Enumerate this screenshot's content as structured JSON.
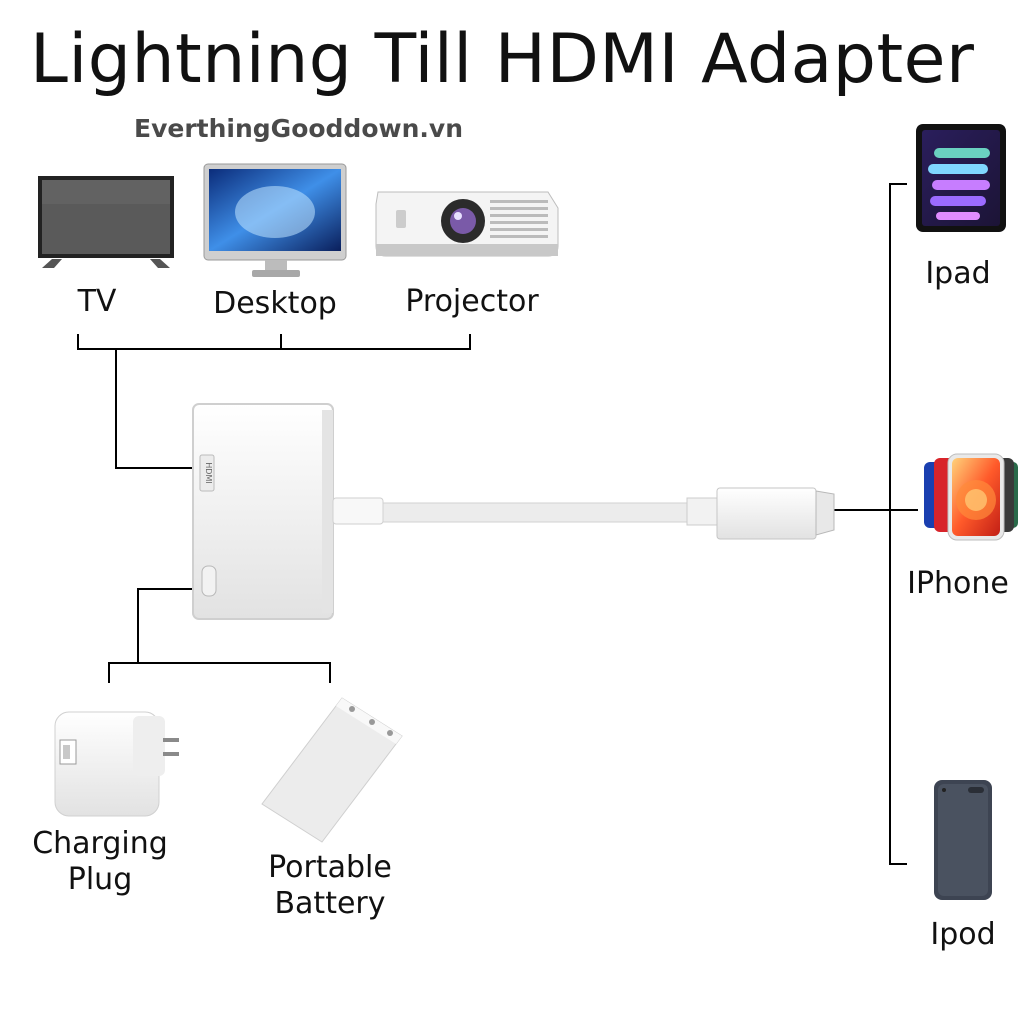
{
  "title": "Lightning Till HDMI Adapter",
  "watermark": "EverthingGooddown.vn",
  "displays": {
    "tv": "TV",
    "desktop": "Desktop",
    "projector": "Projector"
  },
  "power": {
    "charging_plug": "Charging Plug",
    "portable_battery_line1": "Portable",
    "portable_battery_line2": "Battery"
  },
  "devices": {
    "ipad": "Ipad",
    "iphone": "IPhone",
    "ipod": "Ipod"
  },
  "adapter": {
    "port_label": "HDMI"
  }
}
